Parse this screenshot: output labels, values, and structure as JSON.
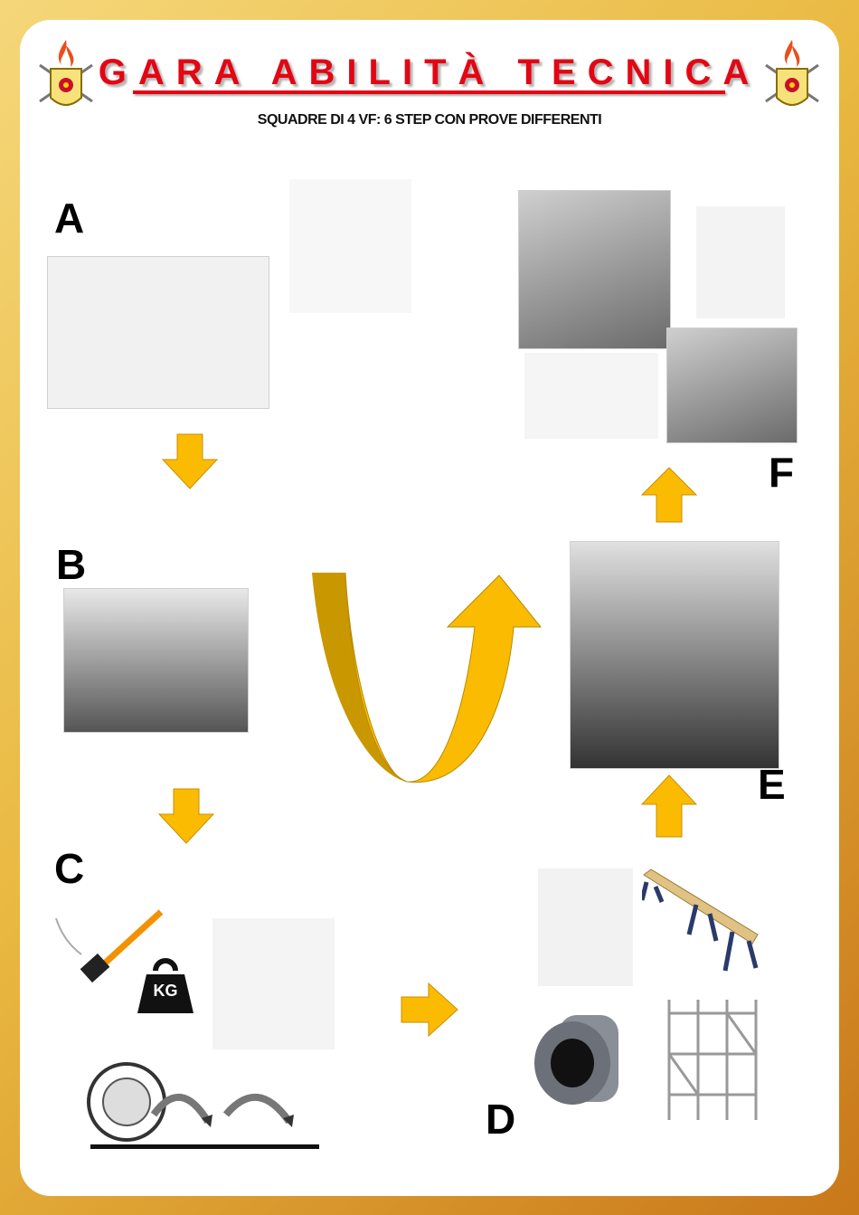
{
  "header": {
    "title": "GARA ABILITÀ TECNICA",
    "subtitle": "SQUADRE DI 4 VF:  6 STEP CON PROVE DIFFERENTI",
    "logo": "VVF"
  },
  "steps": {
    "a": "A",
    "b": "B",
    "c": "C",
    "d": "D",
    "e": "E",
    "f": "F"
  },
  "weight_label": "KG",
  "colors": {
    "title": "#e30613",
    "arrow": "#fbbb00",
    "frame": "#e9b840"
  }
}
